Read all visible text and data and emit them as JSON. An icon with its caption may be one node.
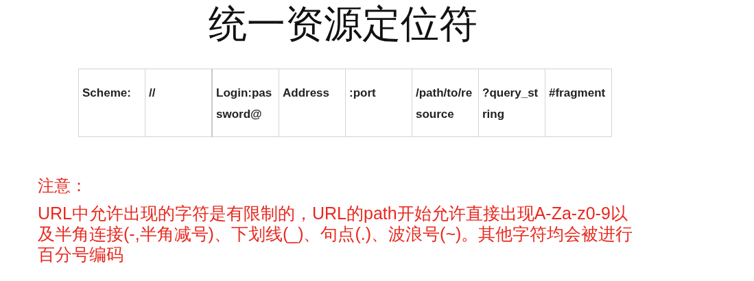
{
  "diagram": {
    "title": "统一资源定位符",
    "labels": [
      "Scheme:",
      "//",
      "Login:password@",
      "Address",
      ":port",
      "/path/to/resource",
      "?query_string",
      "#fragment",
      "注意：",
      "URL中允许出现的字符是有限制的，URL的path开始允许直接出现A-Za-z0-9以及半角连接(-,半角减号)、下划线(_)、句点(.)、波浪号(~)。其他字符均会被进行百分号编码"
    ]
  }
}
